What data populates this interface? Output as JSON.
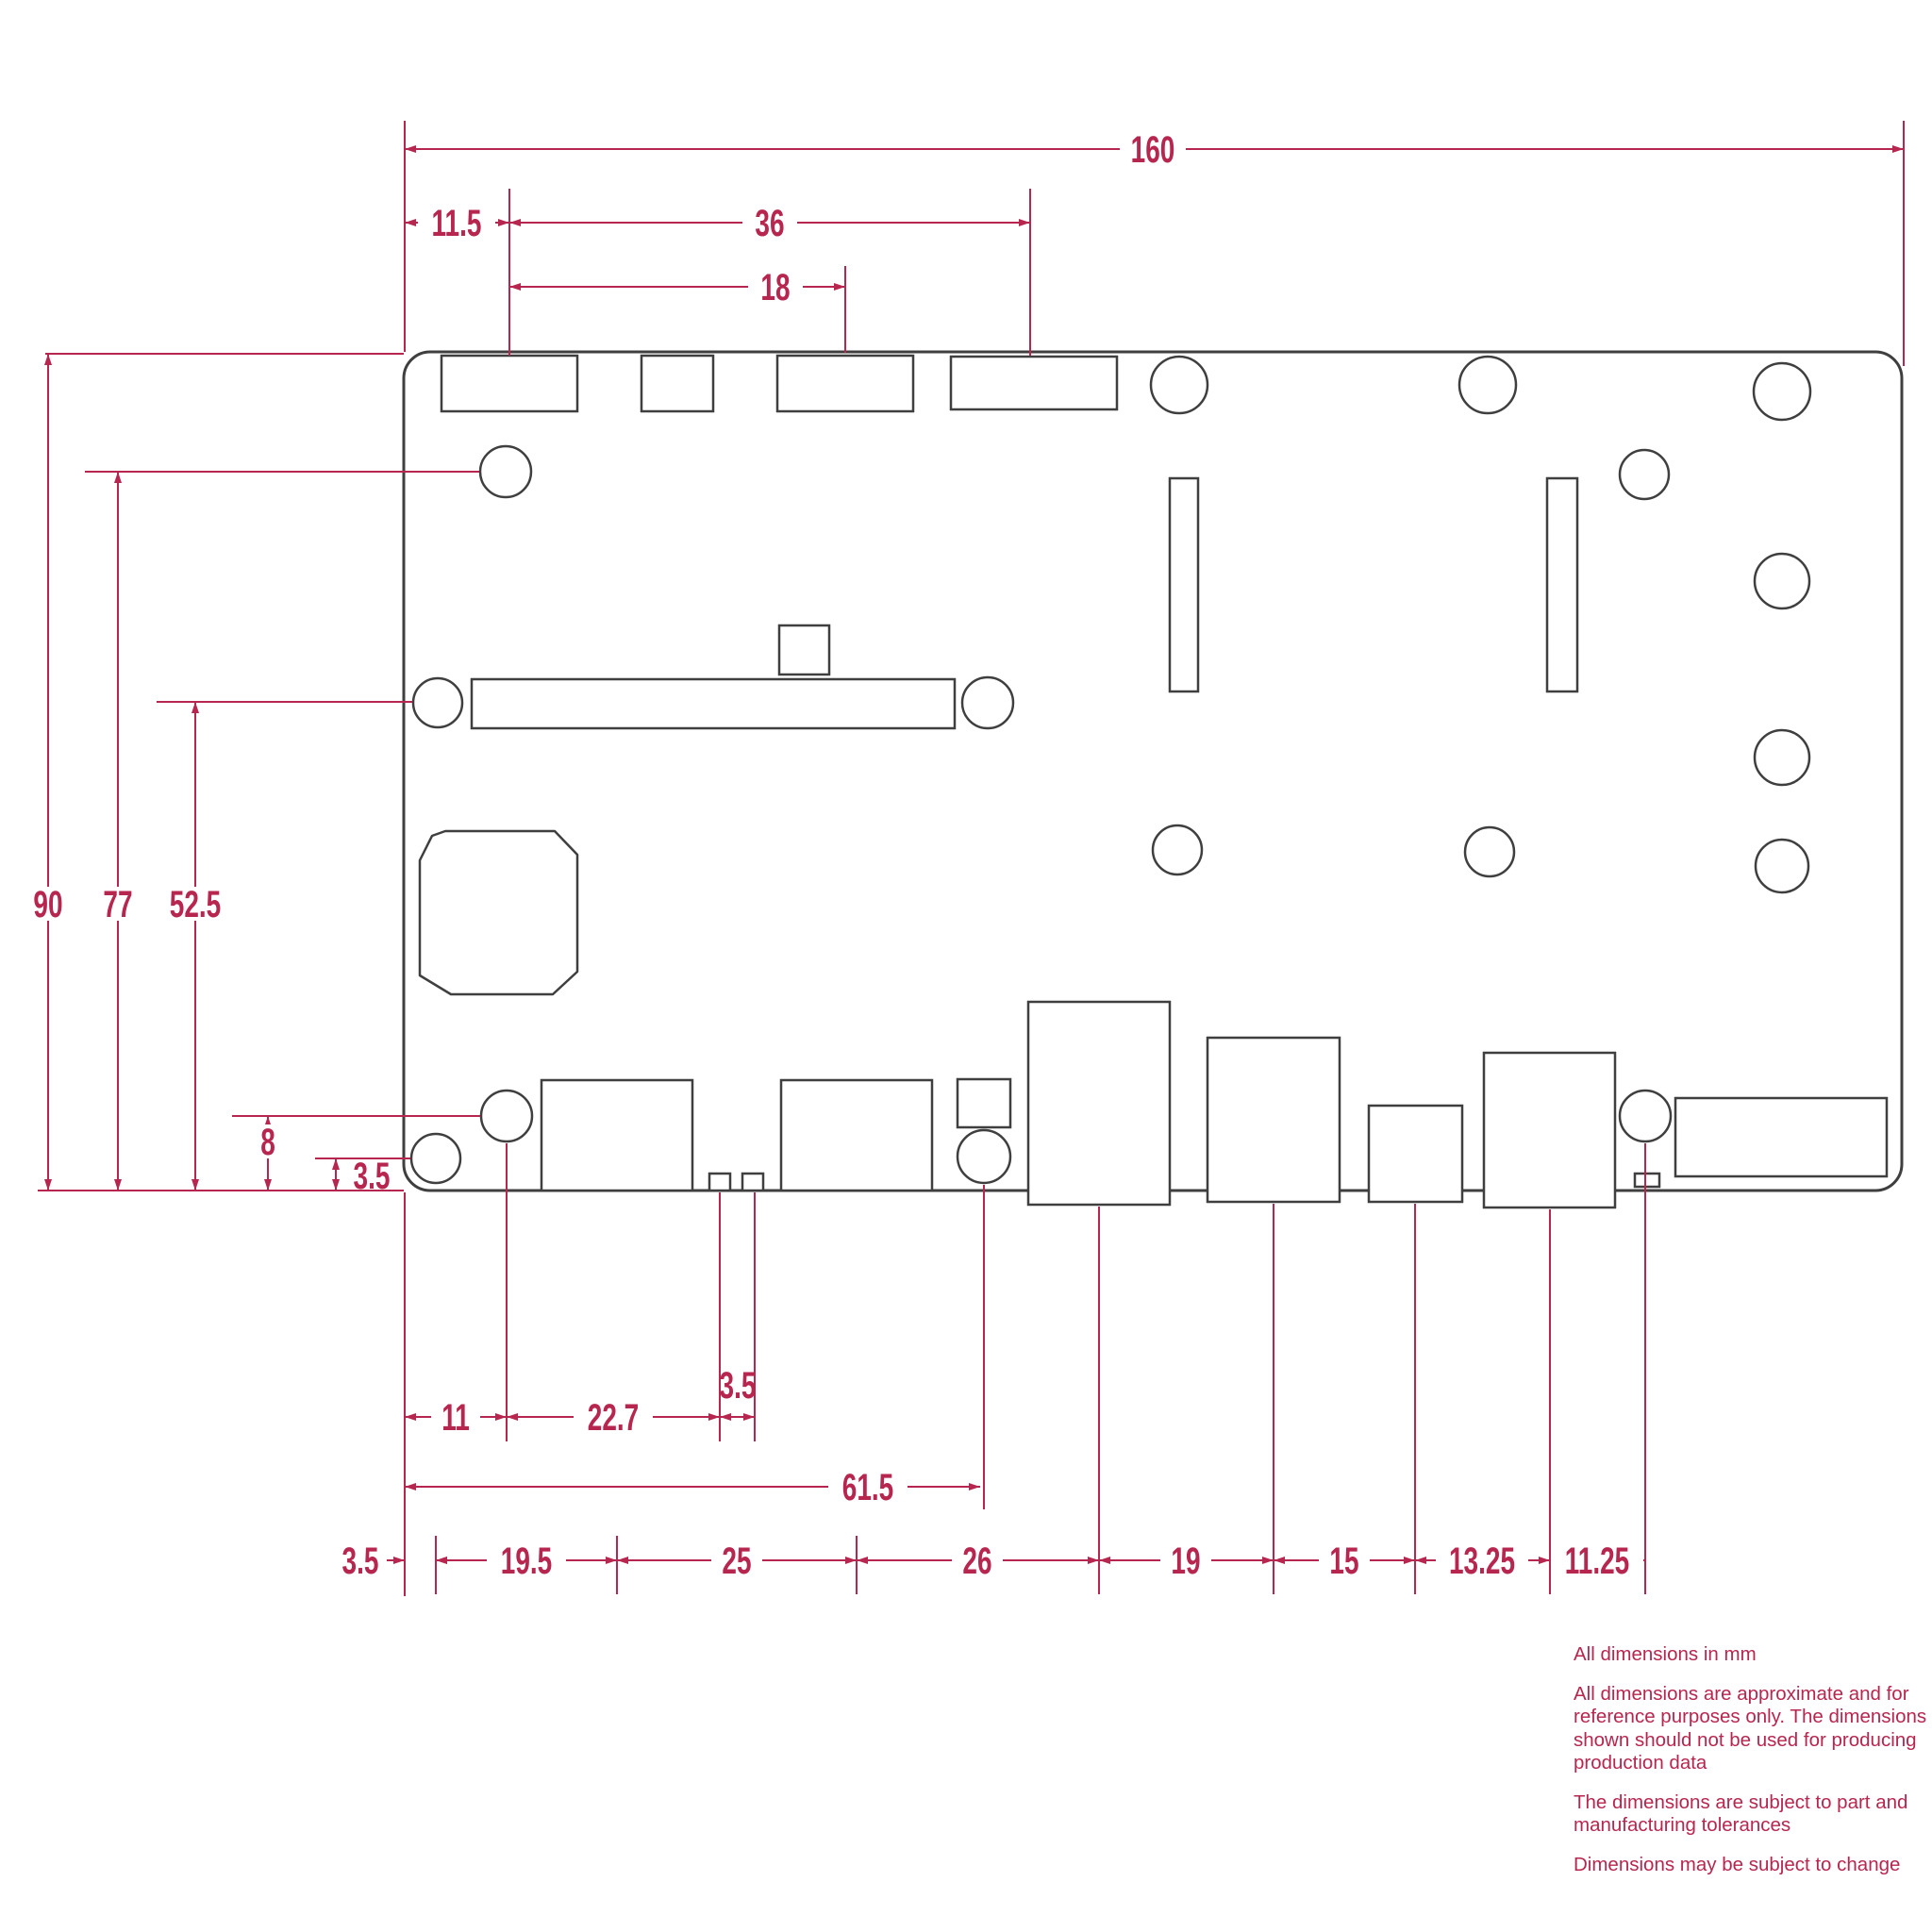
{
  "colors": {
    "accent": "#b7264f",
    "ink": "#3f3f3f"
  },
  "drawing": {
    "type": "mechanical-dimension-drawing",
    "units": "mm",
    "board_width_mm": 160,
    "board_height_mm": 90
  },
  "dimensions": {
    "top_total_width": "160",
    "top_edge_to_conn1": "11.5",
    "top_conn1_to_conn3": "36",
    "top_conn1_to_conn2": "18",
    "left_total_height": "90",
    "left_bottom_to_hole_top": "77",
    "left_bottom_to_slot_center": "52.5",
    "left_bottom_to_hole2": "8",
    "left_bottom_to_corner_hole": "3.5",
    "b1_edge_to_hole": "11",
    "b1_hole_to_pad": "22.7",
    "b1_pad_gap": "3.5",
    "b1_edge_to_circle": "61.5",
    "chain": [
      "3.5",
      "19.5",
      "25",
      "26",
      "19",
      "15",
      "13.25",
      "11.25"
    ]
  },
  "notes": [
    "All dimensions in mm",
    "All dimensions are approximate and for\nreference purposes only. The dimensions\nshown should not be used for producing\nproduction data",
    "The dimensions are subject to part and\nmanufacturing tolerances",
    "Dimensions may be subject to change"
  ]
}
